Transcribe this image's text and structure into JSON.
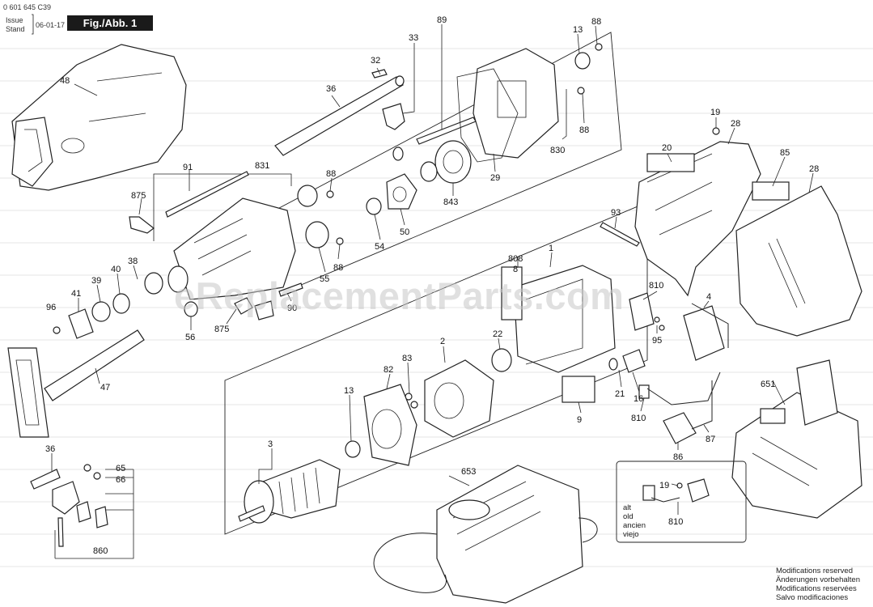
{
  "header": {
    "part_no": "0 601 645 C39",
    "issue_label_1": "Issue",
    "issue_label_2": "Stand",
    "date": "06-01-17",
    "figure": "Fig./Abb. 1"
  },
  "watermark": "eReplacementParts.com",
  "callouts": {
    "c48": "48",
    "c32": "32",
    "c36a": "36",
    "c33": "33",
    "c89": "89",
    "c13a": "13",
    "c88a": "88",
    "c88b": "88",
    "c830": "830",
    "c29": "29",
    "c843": "843",
    "c50": "50",
    "c54": "54",
    "c55": "55",
    "c88c": "88",
    "c88d": "88",
    "c831": "831",
    "c91": "91",
    "c875a": "875",
    "c41": "41",
    "c39": "39",
    "c40": "40",
    "c38": "38",
    "c96": "96",
    "c56": "56",
    "c875b": "875",
    "c90": "90",
    "c47": "47",
    "c19a": "19",
    "c28a": "28",
    "c20": "20",
    "c85": "85",
    "c28b": "28",
    "c93": "93",
    "c808": "808",
    "c8": "8",
    "c1": "1",
    "c810a": "810",
    "c4": "4",
    "c95": "95",
    "c22": "22",
    "c2": "2",
    "c83": "83",
    "c82": "82",
    "c13b": "13",
    "c21": "21",
    "c16": "16",
    "c9": "9",
    "c810b": "810",
    "c87": "87",
    "c86": "86",
    "c651": "651",
    "c3": "3",
    "c36b": "36",
    "c65": "65",
    "c66": "66",
    "c860": "860",
    "c653": "653",
    "c19b": "19",
    "c810c": "810"
  },
  "alt_labels": [
    "alt",
    "old",
    "ancien",
    "viejo"
  ],
  "notes": [
    "Modifications reserved",
    "Änderungen vorbehalten",
    "Modifications reservées",
    "Salvo modificaciones"
  ]
}
